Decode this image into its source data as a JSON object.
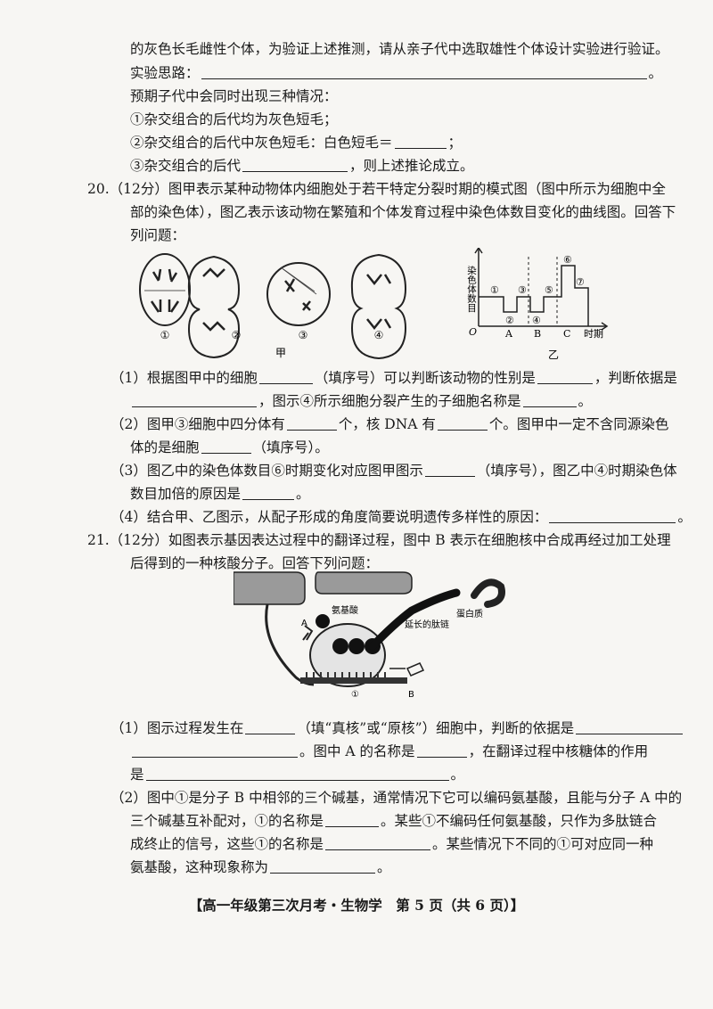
{
  "q19": {
    "line1": "的灰色长毛雌性个体，为验证上述推测，请从亲子代中选取雄性个体设计实验进行验证。",
    "line2": "实验思路：",
    "line2_end": "。",
    "line3": "预期子代中会同时出现三种情况：",
    "line4": "①杂交组合的后代均为灰色短毛；",
    "line5a": "②杂交组合的后代中灰色短毛：白色短毛＝",
    "line5b": "；",
    "line6a": "③杂交组合的后代",
    "line6b": "，则上述推论成立。"
  },
  "q20": {
    "stem1": "20.（12分）图甲表示某种动物体内细胞处于若干特定分裂时期的模式图（图中所示为细胞中全",
    "stem2": "部的染色体），图乙表示该动物在繁殖和个体发育过程中染色体数目变化的曲线图。回答下",
    "stem3": "列问题：",
    "fig_jia": {
      "caption": "甲",
      "cell_labels": [
        "①",
        "②",
        "③",
        "④"
      ]
    },
    "fig_yi": {
      "caption": "乙",
      "y_axis_label": "染色体数目",
      "x_axis_label": "时期",
      "origin": "O",
      "x_ticks": [
        "A",
        "B",
        "C"
      ],
      "stage_labels": [
        "①",
        "②",
        "③",
        "④",
        "⑤",
        "⑥",
        "⑦"
      ]
    },
    "p1_line1a": "（1）根据图甲中的细胞",
    "p1_line1b": "（填序号）可以判断该动物的性别是",
    "p1_line1c": "，判断依据是",
    "p1_line2a": "，图示④所示细胞分裂产生的子细胞名称是",
    "p1_line2b": "。",
    "p2_line1a": "（2）图甲③细胞中四分体有",
    "p2_line1b": "个，核 DNA 有",
    "p2_line1c": "个。图甲中一定不含同源染色",
    "p2_line2a": "体的是细胞",
    "p2_line2b": "（填序号）。",
    "p3_line1a": "（3）图乙中的染色体数目⑥时期变化对应图甲图示",
    "p3_line1b": "（填序号），图乙中④时期染色体",
    "p3_line2a": "数目加倍的原因是",
    "p3_line2b": "。",
    "p4_line1a": "（4）结合甲、乙图示，从配子形成的角度简要说明遗传多样性的原因：",
    "p4_line1b": "。"
  },
  "q21": {
    "stem1": "21.（12分）如图表示基因表达过程中的翻译过程，图中 B 表示在细胞核中合成再经过加工处理",
    "stem2": "后得到的一种核酸分子。回答下列问题：",
    "fig": {
      "label_amino": "氨基酸",
      "label_chain": "延长的肽链",
      "label_protein": "蛋白质",
      "label_A": "A",
      "label_B": "B",
      "label_1": "①"
    },
    "p1_line1a": "（1）图示过程发生在",
    "p1_line1b": "（填“真核”或“原核”）细胞中，判断的依据是",
    "p1_line2a": "。图中 A 的名称是",
    "p1_line2b": "，在翻译过程中核糖体的作用",
    "p1_line3a": "是",
    "p1_line3b": "。",
    "p2_line1": "（2）图中①是分子 B 中相邻的三个碱基，通常情况下它可以编码氨基酸，且能与分子 A 中的",
    "p2_line2a": "三个碱基互补配对，①的名称是",
    "p2_line2b": "。某些①不编码任何氨基酸，只作为多肽链合",
    "p2_line3a": "成终止的信号，这些①的名称是",
    "p2_line3b": "。某些情况下不同的①可对应同一种",
    "p2_line4a": "氨基酸，这种现象称为",
    "p2_line4b": "。"
  },
  "footer": "【高一年级第三次月考・生物学　第 5 页（共 6 页）】"
}
